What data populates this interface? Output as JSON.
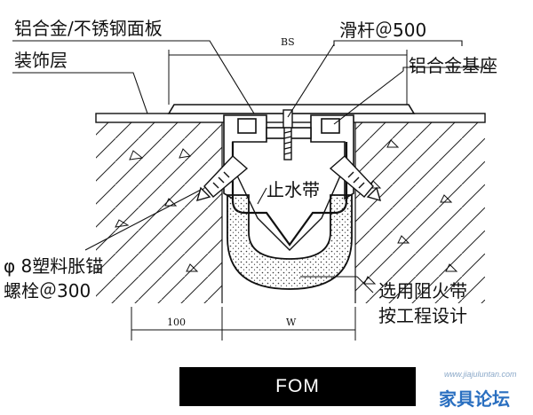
{
  "labels": {
    "panel": "铝合金/不锈钢面板",
    "decor": "装饰层",
    "rod": "滑杆＠500",
    "base": "铝合金基座",
    "waterstop": "止水带",
    "anchor_1": "φ 8塑料胀锚",
    "anchor_2": "螺栓＠300",
    "fire_1": "选用阻火带",
    "fire_2": "按工程设计"
  },
  "dims": {
    "bs": "BS",
    "left": "100",
    "w": "W"
  },
  "footer": {
    "title": "FOM"
  },
  "watermark": {
    "url": "www.jiajuluntan.com",
    "name": "家具论坛"
  }
}
